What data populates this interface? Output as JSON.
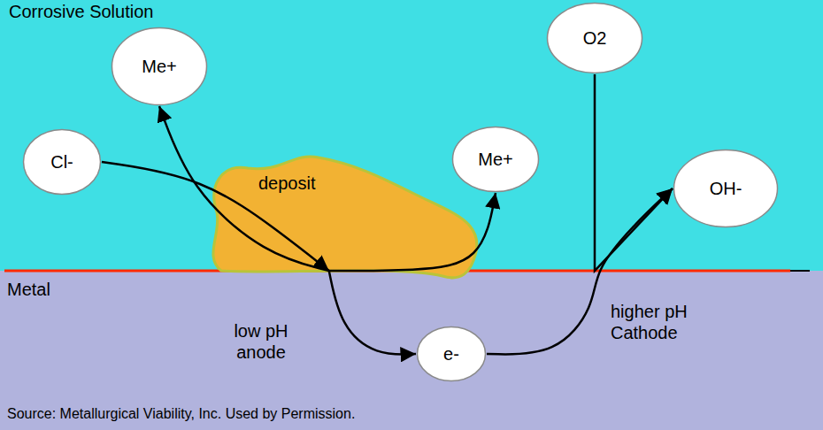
{
  "diagram": {
    "nodes": [
      {
        "text": [
          "Corrosive Solution"
        ]
      },
      {
        "text": [
          "Me+"
        ],
        "in": 0
      },
      {
        "text": [
          "Cl-"
        ],
        "in": 0
      },
      {
        "text": [
          "deposit"
        ],
        "in": 0
      },
      {
        "text": [
          "Me+"
        ],
        "in": 0
      },
      {
        "text": [
          "O2"
        ],
        "in": 0
      },
      {
        "text": [
          "OH-"
        ],
        "in": 0
      },
      {
        "text": [
          "Metal"
        ]
      },
      {
        "text": [
          "e-"
        ],
        "in": 7
      }
    ],
    "edges": [
      {
        "from": 2,
        "to": 3,
        "arrow": "to"
      },
      {
        "from": 3,
        "to": 1,
        "arrow": "to"
      },
      {
        "from": 3,
        "to": 4,
        "arrow": "to"
      },
      {
        "from": 3,
        "to": 8,
        "arrow": "to"
      },
      {
        "from": 8,
        "to": 6,
        "arrow": "to"
      },
      {
        "from": 5,
        "to": 6,
        "arrow": "to"
      }
    ],
    "labels": [
      "low pH anode",
      "higher pH Cathode",
      "Source: Metallurgical Viability, Inc. Used by Permission."
    ]
  }
}
